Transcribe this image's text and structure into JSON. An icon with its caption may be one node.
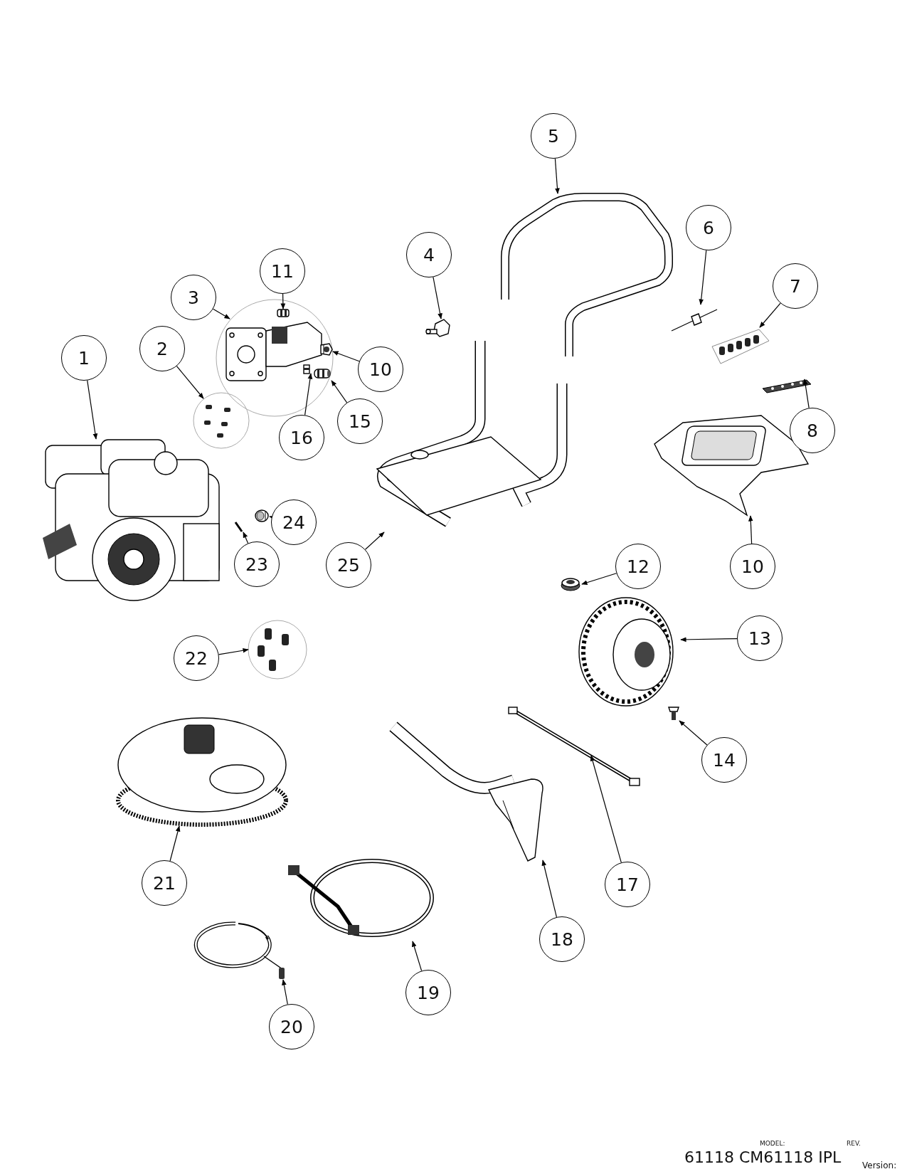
{
  "diagram": {
    "nodes": [
      {
        "text": [
          "5"
        ]
      },
      {
        "text": [
          "6"
        ]
      },
      {
        "text": [
          "4"
        ]
      },
      {
        "text": [
          "11"
        ]
      },
      {
        "text": [
          "7"
        ]
      },
      {
        "text": [
          "3"
        ]
      },
      {
        "text": [
          "2"
        ]
      },
      {
        "text": [
          "1"
        ]
      },
      {
        "text": [
          "10"
        ]
      },
      {
        "text": [
          "8"
        ]
      },
      {
        "text": [
          "15"
        ]
      },
      {
        "text": [
          "16"
        ]
      },
      {
        "text": [
          "24"
        ]
      },
      {
        "text": [
          "23"
        ]
      },
      {
        "text": [
          "25"
        ]
      },
      {
        "text": [
          "12"
        ]
      },
      {
        "text": [
          "10"
        ]
      },
      {
        "text": [
          "13"
        ]
      },
      {
        "text": [
          "22"
        ]
      },
      {
        "text": [
          "14"
        ]
      },
      {
        "text": [
          "21"
        ]
      },
      {
        "text": [
          "17"
        ]
      },
      {
        "text": [
          "18"
        ]
      },
      {
        "text": [
          "19"
        ]
      },
      {
        "text": [
          "20"
        ]
      },
      {
        "text": [],
        "shape": "picture"
      },
      {
        "text": [],
        "shape": "picture",
        "in": 25
      },
      {
        "text": [],
        "shape": "picture",
        "in": 25
      },
      {
        "text": [],
        "shape": "picture",
        "in": 25
      },
      {
        "text": [],
        "shape": "picture",
        "in": 25
      },
      {
        "text": [],
        "shape": "picture"
      },
      {
        "text": [],
        "shape": "picture"
      },
      {
        "text": [],
        "shape": "picture"
      },
      {
        "text": [],
        "shape": "picture"
      },
      {
        "text": [],
        "shape": "picture"
      },
      {
        "text": [],
        "shape": "picture"
      },
      {
        "text": [],
        "shape": "picture"
      },
      {
        "text": [],
        "shape": "picture"
      },
      {
        "text": [],
        "shape": "picture"
      },
      {
        "text": [],
        "shape": "picture"
      },
      {
        "text": [],
        "shape": "picture"
      },
      {
        "text": [],
        "shape": "picture"
      },
      {
        "text": [],
        "shape": "picture"
      },
      {
        "text": [],
        "shape": "picture"
      },
      {
        "text": [],
        "shape": "picture"
      },
      {
        "text": [],
        "shape": "picture"
      },
      {
        "text": [],
        "shape": "picture"
      },
      {
        "text": [],
        "shape": "picture"
      },
      {
        "text": [],
        "shape": "picture"
      },
      {
        "text": [],
        "shape": "picture"
      }
    ],
    "edges": [
      {
        "from": 0,
        "to": 30,
        "arrow": "to"
      },
      {
        "from": 1,
        "to": 31,
        "arrow": "to"
      },
      {
        "from": 2,
        "to": 32,
        "arrow": "to"
      },
      {
        "from": 3,
        "to": 26,
        "arrow": "to"
      },
      {
        "from": 4,
        "to": 33,
        "arrow": "to"
      },
      {
        "from": 5,
        "to": 25,
        "arrow": "to"
      },
      {
        "from": 6,
        "to": 34,
        "arrow": "to"
      },
      {
        "from": 7,
        "to": 35,
        "arrow": "to"
      },
      {
        "from": 8,
        "to": 27,
        "arrow": "to"
      },
      {
        "from": 9,
        "to": 36,
        "arrow": "to"
      },
      {
        "from": 10,
        "to": 28,
        "arrow": "to"
      },
      {
        "from": 11,
        "to": 29,
        "arrow": "to"
      },
      {
        "from": 12,
        "to": 37,
        "arrow": "to"
      },
      {
        "from": 13,
        "to": 38,
        "arrow": "to"
      },
      {
        "from": 14,
        "to": 39,
        "arrow": "to"
      },
      {
        "from": 15,
        "to": 40,
        "arrow": "to"
      },
      {
        "from": 16,
        "to": 41,
        "arrow": "to"
      },
      {
        "from": 17,
        "to": 42,
        "arrow": "to"
      },
      {
        "from": 18,
        "to": 43,
        "arrow": "to"
      },
      {
        "from": 19,
        "to": 44,
        "arrow": "to"
      },
      {
        "from": 20,
        "to": 45,
        "arrow": "to"
      },
      {
        "from": 21,
        "to": 46,
        "arrow": "to"
      },
      {
        "from": 22,
        "to": 47,
        "arrow": "to"
      },
      {
        "from": 23,
        "to": 48,
        "arrow": "to"
      },
      {
        "from": 24,
        "to": 49,
        "arrow": "to"
      }
    ],
    "labels": [
      "MODEL:",
      "REV.",
      "61118 CM61118 IPL",
      "Version:"
    ]
  }
}
